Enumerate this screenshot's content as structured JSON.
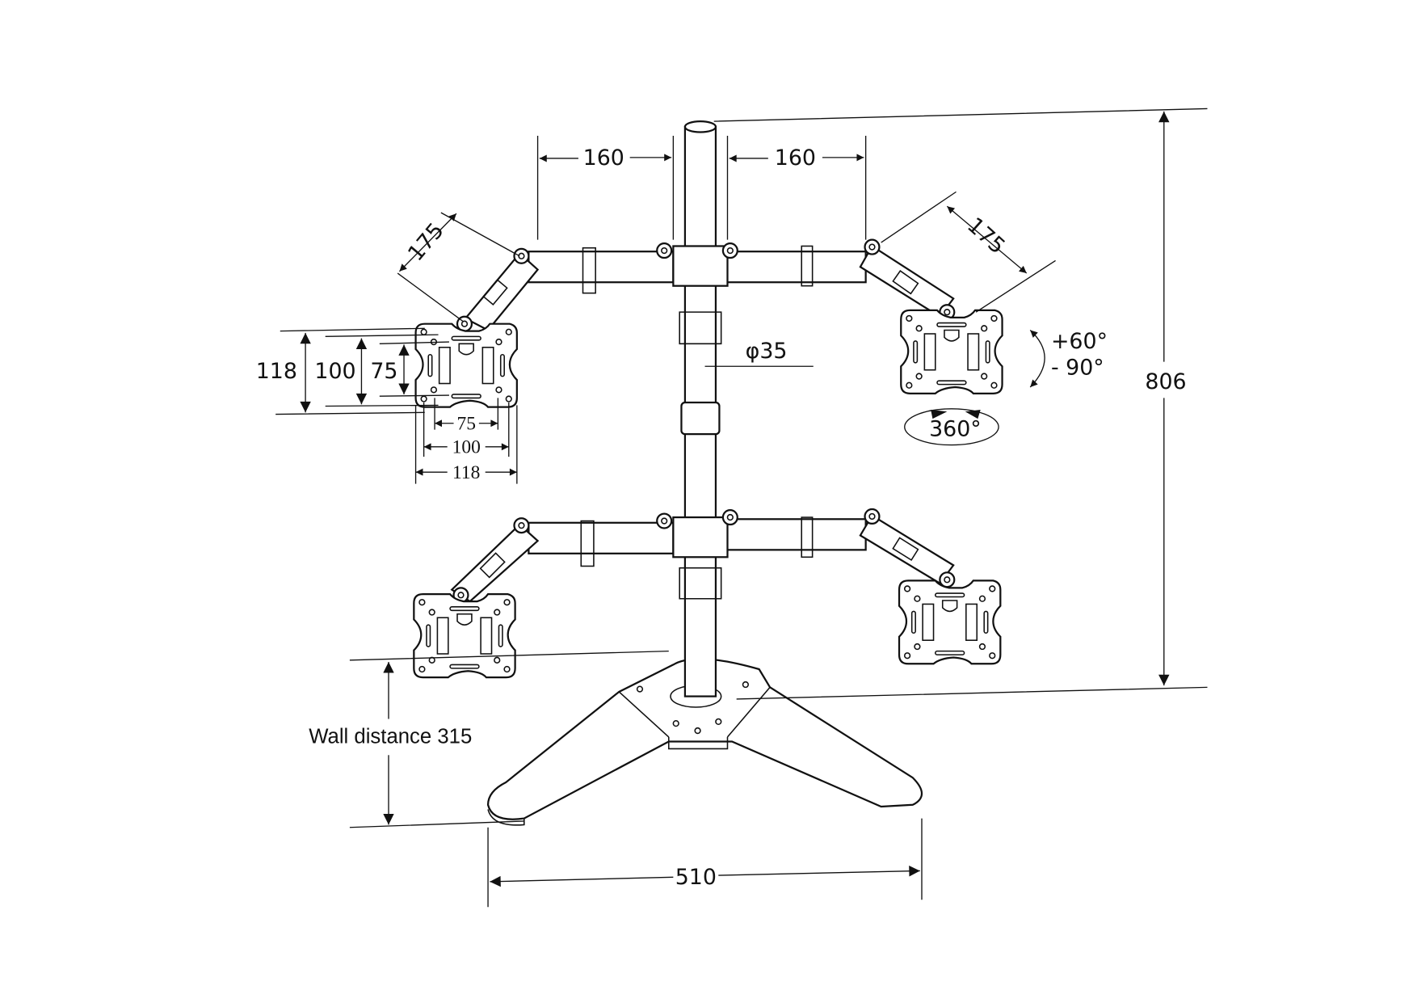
{
  "title": "Quad monitor stand dimension drawing",
  "dimensions": {
    "arm_left_horizontal": "160",
    "arm_right_horizontal": "160",
    "arm_left_diagonal": "175",
    "arm_right_diagonal": "175",
    "pole_diameter": "φ35",
    "total_height": "806",
    "vesa_vertical": [
      "118",
      "100",
      "75"
    ],
    "vesa_horizontal": [
      "75",
      "100",
      "118"
    ],
    "tilt_up": "+60°",
    "tilt_down": "- 90°",
    "rotation": "360°",
    "wall_distance": "Wall distance 315",
    "base_width": "510"
  }
}
